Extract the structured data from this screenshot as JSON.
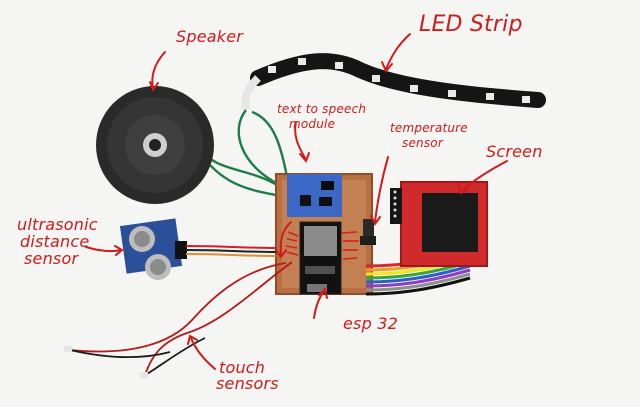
{
  "labels": {
    "speaker": "Speaker",
    "led_strip": "LED Strip",
    "tts_line1": "text to speech",
    "tts_line2": "module",
    "temp_line1": "temperature",
    "temp_line2": "sensor",
    "screen": "Screen",
    "ultra_line1": "ultrasonic",
    "ultra_line2": "distance",
    "ultra_line3": "sensor",
    "esp": "esp 32",
    "touch_line1": "touch",
    "touch_line2": "sensors"
  },
  "annotation_color": "#d11a1a"
}
